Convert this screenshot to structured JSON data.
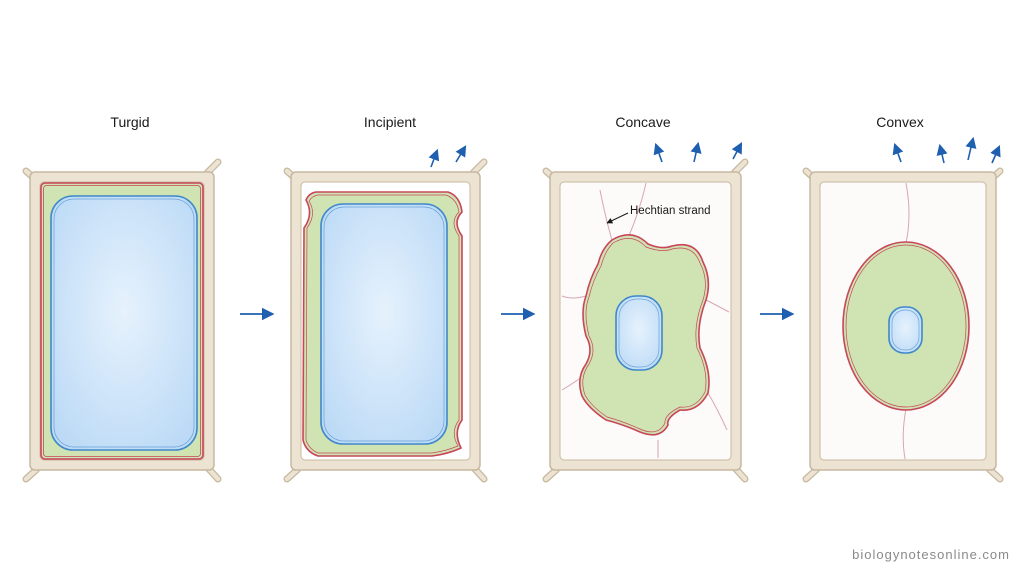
{
  "stages": [
    {
      "id": "turgid",
      "label": "Turgid",
      "water_arrows": 0
    },
    {
      "id": "incipient",
      "label": "Incipient",
      "water_arrows": 2
    },
    {
      "id": "concave",
      "label": "Concave",
      "water_arrows": 3
    },
    {
      "id": "convex",
      "label": "Convex",
      "water_arrows": 4
    }
  ],
  "annotation": {
    "label": "Hechtian strand"
  },
  "watermark": "biologynotesonline.com",
  "colors": {
    "cell_wall": "#ece3d3",
    "cell_wall_outline": "#c7b89f",
    "cytoplasm": "#cfe3b3",
    "cytoplasm_outline": "#a7c487",
    "plasma_membrane": "#c8465a",
    "vacuole": "#cfe6fb",
    "vacuole_outline": "#3f88c9",
    "arrow": "#1f5fb0",
    "hechtian": "#d9a6b3"
  }
}
